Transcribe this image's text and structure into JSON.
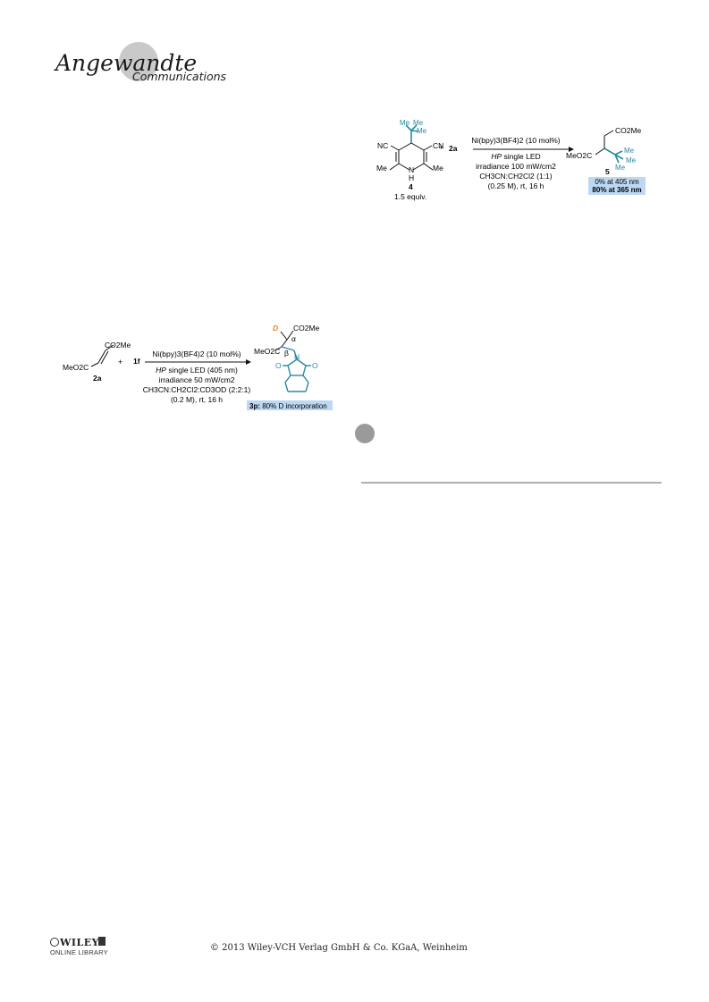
{
  "header": {
    "journal_title": "Angewandte",
    "journal_subtitle": "Communications"
  },
  "scheme_top": {
    "reagent_tBu_me1": "Me",
    "reagent_tBu_me2": "Me",
    "reagent_tBu_me3": "Me",
    "reagent_cn_left": "NC",
    "reagent_cn_right": "CN",
    "reagent_me_left": "Me",
    "reagent_me_right": "Me",
    "reagent_nh": "N",
    "reagent_h": "H",
    "reagent_number": "4",
    "reagent_equiv": "1.5 equiv.",
    "plus": "+",
    "substrate": "2a",
    "cond_catalyst": "Ni(bpy)3(BF4)2 (10 mol%)",
    "cond_hp": "HP",
    "cond_led": " single LED",
    "cond_irradiance": "irradiance 100 mW/cm2",
    "cond_solvent": "CH3CN:CH2Cl2 (1:1)",
    "cond_conc": "(0.25 M), rt, 16 h",
    "prod_co2me": "CO2Me",
    "prod_meo2c": "MeO2C",
    "prod_me1": "Me",
    "prod_me2": "Me",
    "prod_me3": "Me",
    "prod_number": "5",
    "yield_405": "0% at 405 nm",
    "yield_365": "80% at 365 nm"
  },
  "scheme_left": {
    "sm_co2me": "CO2Me",
    "sm_meo2c": "MeO2C",
    "sm_number": "2a",
    "plus": "+",
    "reagent": "1f",
    "cond_catalyst": "Ni(bpy)3(BF4)2 (10 mol%)",
    "cond_hp": "HP",
    "cond_led": " single LED (405 nm)",
    "cond_irradiance": "irradiance 50 mW/cm2",
    "cond_solvent": "CH3CN:CH2Cl2:CD3OD (2:2:1)",
    "cond_conc": "(0.2 M), rt, 16 h",
    "prod_d": "D",
    "prod_co2me": "CO2Me",
    "prod_alpha": "α",
    "prod_beta": "β",
    "prod_meo2c": "MeO2C",
    "prod_n": "N",
    "prod_o1": "O",
    "prod_o2": "O",
    "result_label": "3p:",
    "result_text": " 80% D incorporation"
  },
  "footer": {
    "copyright": "© 2013 Wiley-VCH Verlag GmbH & Co. KGaA, Weinheim",
    "wiley_logo": "WILEY",
    "wiley_sub": "ONLINE LIBRARY"
  },
  "colors": {
    "teal": "#2a8a9e",
    "orange": "#e8861a",
    "highlight": "#bcd8f2",
    "logo_circle": "#c9c9c9"
  }
}
